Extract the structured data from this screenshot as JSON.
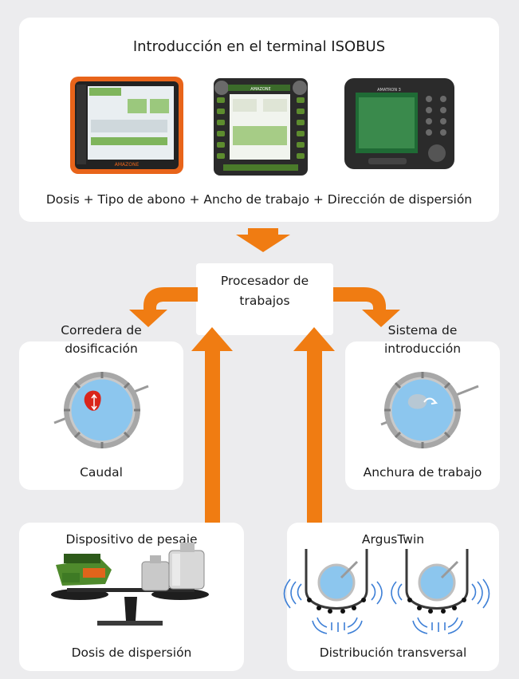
{
  "top": {
    "title": "Introducción en el terminal ISOBUS",
    "caption": "Dosis + Tipo de abono + Ancho de trabajo + Dirección de dispersión",
    "terminal_labels": [
      "AMAZONE",
      "AMAZONE",
      "AMATRON 3"
    ]
  },
  "processor": {
    "line1": "Procesador de",
    "line2": "trabajos"
  },
  "left_box": {
    "title1": "Corredera de",
    "title2": "dosificación",
    "caption": "Caudal"
  },
  "right_box": {
    "title1": "Sistema de",
    "title2": "introducción",
    "caption": "Anchura de trabajo"
  },
  "bottom_left": {
    "title": "Dispositivo de pesaje",
    "caption": "Dosis de dispersión"
  },
  "bottom_right": {
    "title": "ArgusTwin",
    "caption": "Distribución transversal"
  },
  "colors": {
    "accent": "#f07c12",
    "background": "#ececee",
    "disc": "#8cc6ee",
    "dosing_mark": "#d9251b"
  }
}
